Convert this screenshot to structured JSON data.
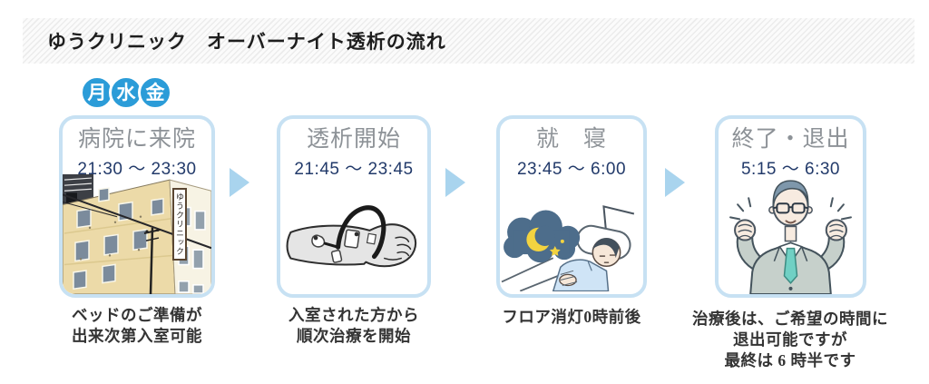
{
  "title_bar": {
    "title": "ゆうクリニック　オーバーナイト透析の流れ"
  },
  "days_badge": {
    "days": [
      "月",
      "水",
      "金"
    ]
  },
  "steps": [
    {
      "title": "病院に来院",
      "time": "21:30 ～ 23:30",
      "caption_lines": [
        "ベッドのご準備が",
        "出来次第入室可能"
      ],
      "image": "clinic-building-photo",
      "building_sign": "ゆうクリニック"
    },
    {
      "title": "透析開始",
      "time": "21:45 ～ 23:45",
      "caption_lines": [
        "入室された方から",
        "順次治療を開始"
      ],
      "image": "dialysis-arm-illustration"
    },
    {
      "title": "就　寝",
      "time": "23:45 ～ 6:00",
      "caption_lines": [
        "フロア消灯0時前後"
      ],
      "image": "sleeping-patient-illustration"
    },
    {
      "title": "終了・退出",
      "time": "5:15 ～ 6:30",
      "caption_lines": [
        "治療後は、ご希望の時間に",
        "退出可能ですが",
        "最終は 6 時半です"
      ],
      "image": "cheerful-man-illustration"
    }
  ],
  "colors": {
    "badge_blue": "#2b9cd8",
    "card_border": "#c7e1f3",
    "arrow": "#a9d4ee",
    "step_title_text": "#8d9297",
    "time_text": "#223a6a",
    "caption_text": "#343434",
    "night_cloud": "#4d6d8b",
    "moon_yellow": "#f3d340"
  }
}
